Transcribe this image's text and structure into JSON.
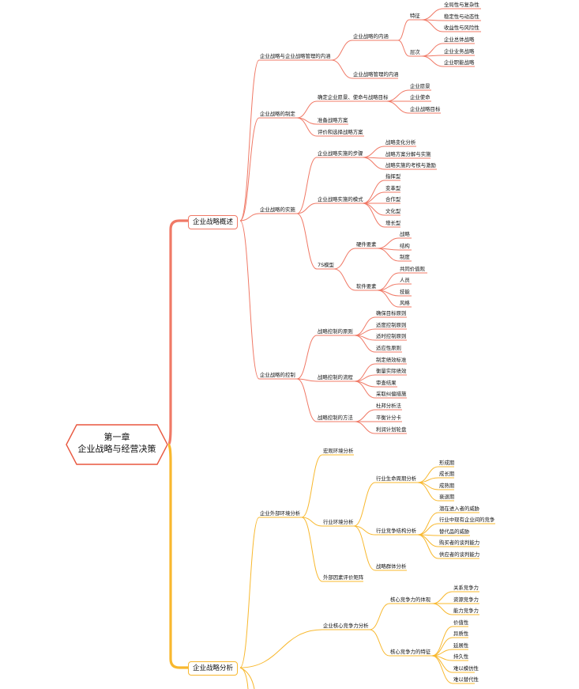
{
  "root": {
    "line1": "第一章",
    "line2": "企业战略与经营决策"
  },
  "colors": {
    "red_branch": "#f07966",
    "yellow_branch": "#f8b82e",
    "root_border": "#e8573f"
  },
  "branch1": {
    "label": "企业战略概述",
    "nodes": {
      "n1": "企业战略与企业战略管理的内涵",
      "n1a": "企业战略的内涵",
      "n1a_feat": "特征",
      "n1a_f1": "全局性与复杂性",
      "n1a_f2": "稳定性与动态性",
      "n1a_f3": "收益性与风险性",
      "n1a_lvl": "层次",
      "n1a_l1": "企业总体战略",
      "n1a_l2": "企业业务战略",
      "n1a_l3": "企业职能战略",
      "n1b": "企业战略管理的内涵",
      "n2": "企业战略的制定",
      "n2a": "确定企业愿景、使命与战略目标",
      "n2a1": "企业愿景",
      "n2a2": "企业使命",
      "n2a3": "企业战略目标",
      "n2b": "准备战略方案",
      "n2c": "评价和选择战略方案",
      "n3": "企业战略的实施",
      "n3a": "企业战略实施的步骤",
      "n3a1": "战略变化分析",
      "n3a2": "战略方案分解与实施",
      "n3a3": "战略实施的考核与激励",
      "n3b": "企业战略实施的模式",
      "n3b1": "指挥型",
      "n3b2": "变革型",
      "n3b3": "合作型",
      "n3b4": "文化型",
      "n3b5": "增长型",
      "n3c": "7S模型",
      "n3c_hw": "硬件要素",
      "n3c_h1": "战略",
      "n3c_h2": "结构",
      "n3c_h3": "制度",
      "n3c_sw": "软件要素",
      "n3c_s1": "共同价值观",
      "n3c_s2": "人员",
      "n3c_s3": "技能",
      "n3c_s4": "风格",
      "n4": "企业战略的控制",
      "n4a": "战略控制的原则",
      "n4a1": "确保目标原则",
      "n4a2": "适度控制原则",
      "n4a3": "适时控制原则",
      "n4a4": "适应性原则",
      "n4b": "战略控制的流程",
      "n4b1": "制定绩效标准",
      "n4b2": "衡量实际绩效",
      "n4b3": "审查结果",
      "n4b4": "采取纠偏措施",
      "n4c": "战略控制的方法",
      "n4c1": "杜邦分析法",
      "n4c2": "平衡计分卡",
      "n4c3": "利润计划轮盘"
    }
  },
  "branch2": {
    "label": "企业战略分析",
    "nodes": {
      "m1": "企业外部环境分析",
      "m1a": "宏观环境分析",
      "m1b": "行业环境分析",
      "m1b_life": "行业生命周期分析",
      "m1b_l1": "形成期",
      "m1b_l2": "成长期",
      "m1b_l3": "成熟期",
      "m1b_l4": "衰退期",
      "m1b_comp": "行业竞争结构分析",
      "m1b_c1": "潜在进入者的威胁",
      "m1b_c2": "行业中现有企业间的竞争",
      "m1b_c3": "替代品的威胁",
      "m1b_c4": "购买者的谈判能力",
      "m1b_c5": "供应者的谈判能力",
      "m1b_grp": "战略群体分析",
      "m1c": "外部因素评价矩阵",
      "m2": "企业核心竞争力分析",
      "m2a": "核心竞争力的体现",
      "m2a1": "关系竞争力",
      "m2a2": "资源竞争力",
      "m2a3": "能力竞争力",
      "m2b": "核心竞争力的特征",
      "m2b1": "价值性",
      "m2b2": "异质性",
      "m2b3": "延展性",
      "m2b4": "持久性",
      "m2b5": "难以模仿性",
      "m2b6": "难以替代性"
    }
  }
}
